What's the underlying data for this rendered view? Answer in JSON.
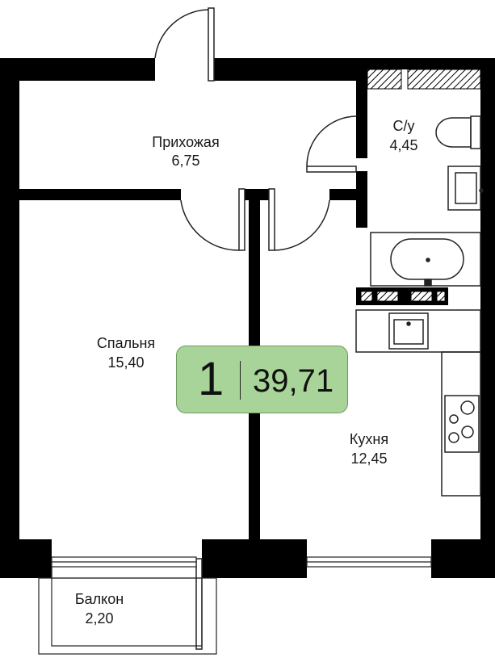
{
  "colors": {
    "wall": "#000000",
    "badge_fill": "#a8d49a",
    "fixture_stroke": "#222222"
  },
  "summary": {
    "rooms": "1",
    "total_area": "39,71"
  },
  "rooms": {
    "hallway": {
      "name": "Прихожая",
      "area": "6,75"
    },
    "bathroom": {
      "name": "С/у",
      "area": "4,45"
    },
    "bedroom": {
      "name": "Спальня",
      "area": "15,40"
    },
    "kitchen": {
      "name": "Кухня",
      "area": "12,45"
    },
    "balcony": {
      "name": "Балкон",
      "area": "2,20"
    }
  },
  "icons": [
    "toilet-icon",
    "washbasin-icon",
    "bathtub-icon",
    "kitchen-sink-icon",
    "cooktop-icon"
  ]
}
